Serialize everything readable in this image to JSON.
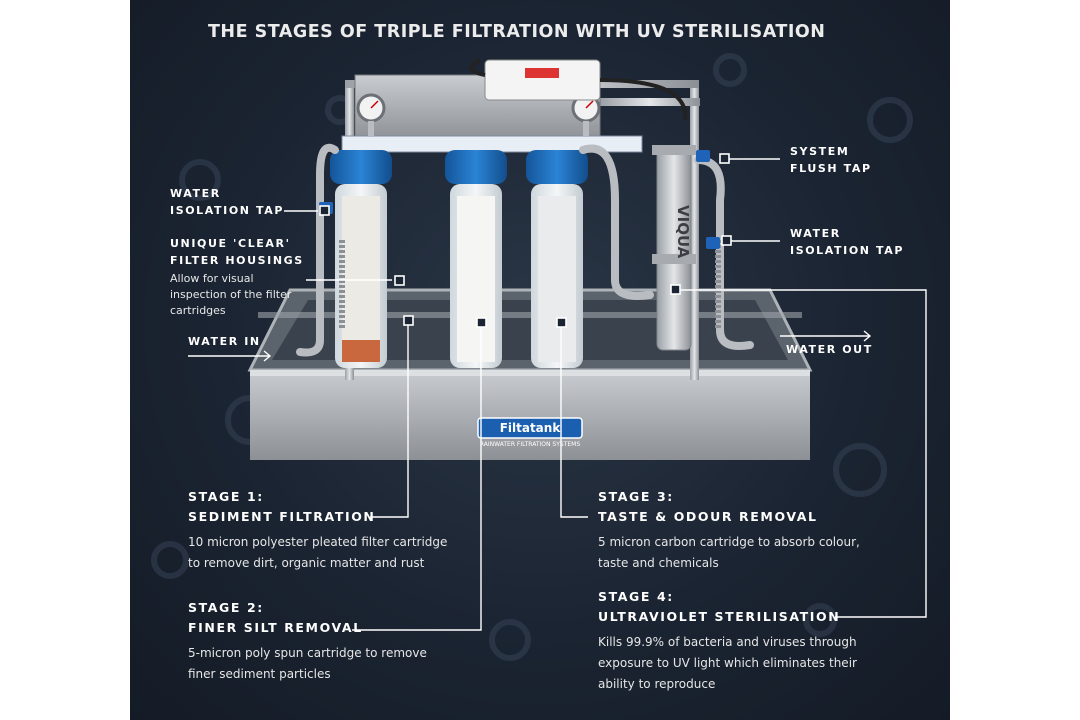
{
  "title": "THE STAGES OF TRIPLE FILTRATION WITH UV STERILISATION",
  "callouts": {
    "isolation_tap_left": [
      "WATER",
      "ISOLATION TAP"
    ],
    "clear_housings": [
      "UNIQUE 'CLEAR'",
      "FILTER HOUSINGS"
    ],
    "clear_housings_desc": [
      "Allow for visual",
      "inspection of the filter",
      "cartridges"
    ],
    "water_in": "WATER IN",
    "system_flush_tap": [
      "SYSTEM",
      "FLUSH TAP"
    ],
    "isolation_tap_right": [
      "WATER",
      "ISOLATION TAP"
    ],
    "water_out": "WATER OUT"
  },
  "product": {
    "brand": "Filtatank",
    "brand_sub": "RAINWATER FILTRATION SYSTEMS",
    "uv_brand": "VIQUA"
  },
  "stages": [
    {
      "label": "STAGE 1:",
      "name": "SEDIMENT FILTRATION",
      "desc": [
        "10 micron polyester pleated filter cartridge",
        "to remove dirt, organic matter and rust"
      ]
    },
    {
      "label": "STAGE 2:",
      "name": "FINER SILT REMOVAL",
      "desc": [
        "5-micron poly spun cartridge to remove",
        "finer sediment particles"
      ]
    },
    {
      "label": "STAGE 3:",
      "name": "TASTE & ODOUR REMOVAL",
      "desc": [
        "5 micron carbon cartridge to absorb colour,",
        "taste and chemicals"
      ]
    },
    {
      "label": "STAGE 4:",
      "name": "ULTRAVIOLET STERILISATION",
      "desc": [
        "Kills 99.9% of bacteria and viruses through",
        "exposure to UV light which eliminates their",
        "ability to reproduce"
      ]
    }
  ],
  "colors": {
    "background": "#1b2432",
    "housing_cap": "#1e6fc0",
    "frame": "#b8bcc0",
    "text": "#ffffff"
  }
}
